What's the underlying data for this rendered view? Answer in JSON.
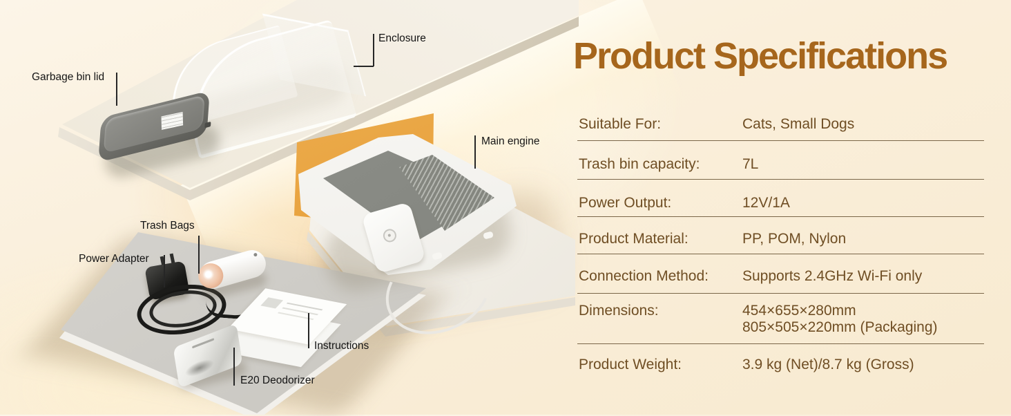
{
  "header": {
    "title": "Product Specifications"
  },
  "specs": {
    "rows": [
      {
        "label": "Suitable For:",
        "value": "Cats, Small Dogs"
      },
      {
        "label": "Trash bin capacity:",
        "value": "7L"
      },
      {
        "label": "Power Output:",
        "value": "12V/1A"
      },
      {
        "label": "Product Material:",
        "value": "PP, POM, Nylon"
      },
      {
        "label": "Connection Method:",
        "value": "Supports 2.4GHz Wi-Fi only"
      },
      {
        "label": "Dimensions:",
        "value": "454×655×280mm",
        "value2": "805×505×220mm (Packaging)"
      },
      {
        "label": "Product Weight:",
        "value": "3.9 kg (Net)/8.7 kg (Gross)"
      }
    ]
  },
  "callouts": [
    {
      "label": "Enclosure"
    },
    {
      "label": "Garbage bin lid"
    },
    {
      "label": "Main engine"
    },
    {
      "label": "Trash Bags"
    },
    {
      "label": "Power Adapter"
    },
    {
      "label": "Instructions"
    },
    {
      "label": "E20 Deodorizer"
    }
  ],
  "colors": {
    "title": "#A6661C",
    "spec_text": "#6F4E24",
    "divider": "#6B5638",
    "accent_panel": "#E8A23E",
    "background": "#FAEDD7",
    "callout_text": "#141414"
  }
}
